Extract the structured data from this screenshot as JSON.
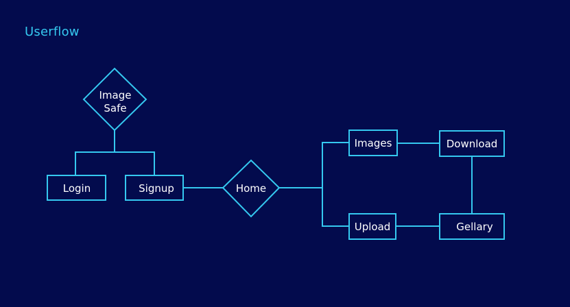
{
  "title": "Userflow",
  "colors": {
    "background": "#030b4d",
    "accent": "#35c9f0",
    "text": "#ffffff"
  },
  "nodes": {
    "image_safe": {
      "label_line1": "Image",
      "label_line2": "Safe",
      "shape": "diamond"
    },
    "login": {
      "label": "Login",
      "shape": "rectangle"
    },
    "signup": {
      "label": "Signup",
      "shape": "rectangle"
    },
    "home": {
      "label": "Home",
      "shape": "diamond"
    },
    "images": {
      "label": "Images",
      "shape": "rectangle"
    },
    "upload": {
      "label": "Upload",
      "shape": "rectangle"
    },
    "download": {
      "label": "Download",
      "shape": "rectangle"
    },
    "gellary": {
      "label": "Gellary",
      "shape": "rectangle"
    }
  },
  "edges": [
    {
      "from": "image_safe",
      "to": "login"
    },
    {
      "from": "image_safe",
      "to": "signup"
    },
    {
      "from": "signup",
      "to": "home"
    },
    {
      "from": "home",
      "to": "images"
    },
    {
      "from": "home",
      "to": "upload"
    },
    {
      "from": "images",
      "to": "download"
    },
    {
      "from": "upload",
      "to": "gellary"
    },
    {
      "from": "download",
      "to": "gellary"
    }
  ]
}
